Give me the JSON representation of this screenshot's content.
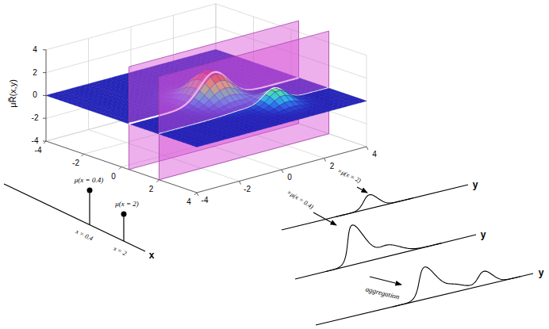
{
  "diagram": {
    "labels": [
      "4",
      "2",
      "0",
      "-2",
      "-4",
      "μR̃(x,y)",
      "-4",
      "-2",
      "0",
      "2",
      "4",
      "-4",
      "-2",
      "0",
      "2",
      "4",
      "μ(x = 0.4)",
      "μ(x = 2)",
      "x = 0.4",
      "x = 2",
      "x",
      "×μ(x = 2)",
      "×μ(x = 0.4)",
      "y",
      "y",
      "aggregation",
      "y"
    ]
  }
}
